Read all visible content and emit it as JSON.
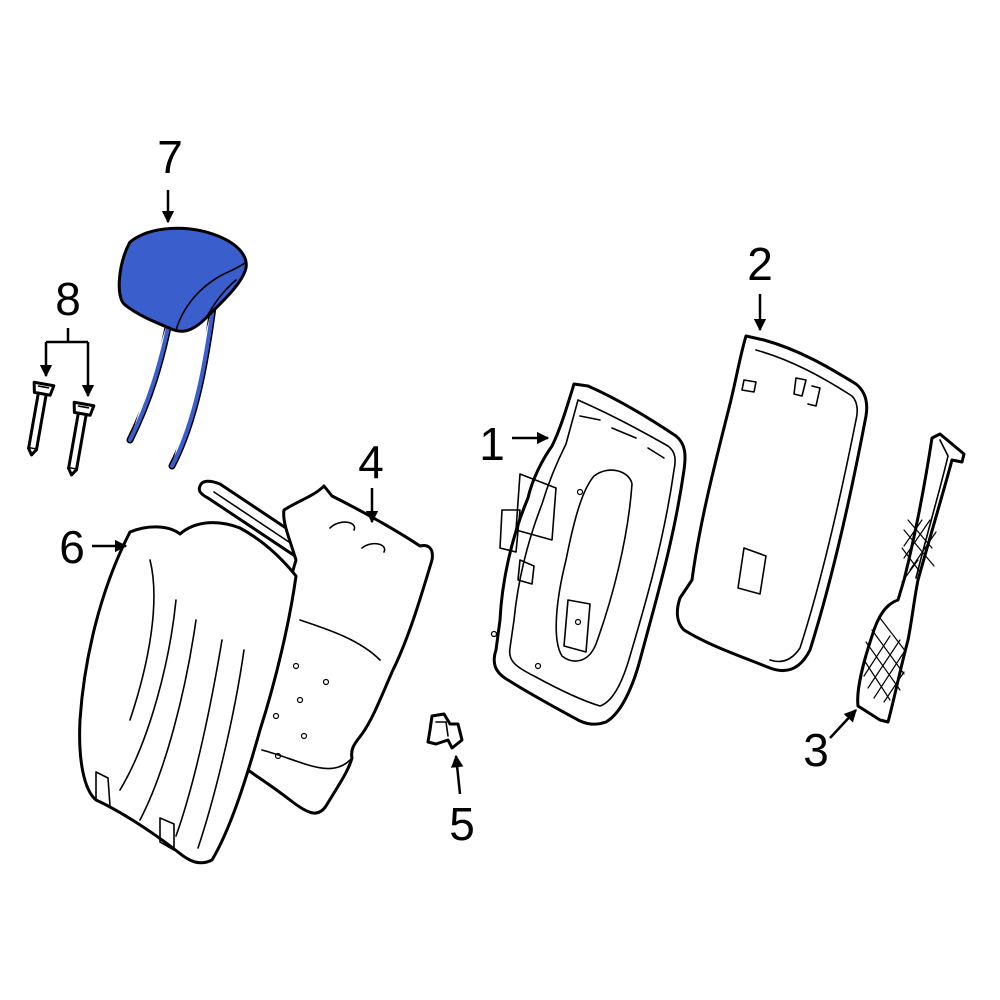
{
  "colors": {
    "background": "#ffffff",
    "line": "#000000",
    "highlight": "#3a5fcd"
  },
  "callouts": [
    {
      "id": "1",
      "label": "1"
    },
    {
      "id": "2",
      "label": "2"
    },
    {
      "id": "3",
      "label": "3"
    },
    {
      "id": "4",
      "label": "4"
    },
    {
      "id": "5",
      "label": "5"
    },
    {
      "id": "6",
      "label": "6"
    },
    {
      "id": "7",
      "label": "7"
    },
    {
      "id": "8",
      "label": "8"
    }
  ],
  "highlighted_part": "7"
}
